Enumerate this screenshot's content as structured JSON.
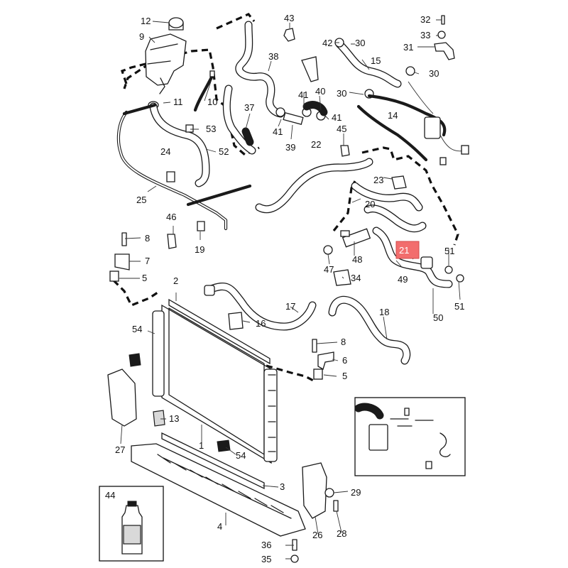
{
  "diagram": {
    "highlight_color": "#f26d6d",
    "highlighted_callout": "21",
    "inset_box_44": {
      "label": "44"
    },
    "callouts": [
      {
        "id": "c12",
        "text": "12"
      },
      {
        "id": "c9",
        "text": "9"
      },
      {
        "id": "c43",
        "text": "43"
      },
      {
        "id": "c32",
        "text": "32"
      },
      {
        "id": "c33",
        "text": "33"
      },
      {
        "id": "c31",
        "text": "31"
      },
      {
        "id": "c42",
        "text": "42"
      },
      {
        "id": "c30a",
        "text": "30"
      },
      {
        "id": "c15",
        "text": "15"
      },
      {
        "id": "c38",
        "text": "38"
      },
      {
        "id": "c30b",
        "text": "30"
      },
      {
        "id": "c11",
        "text": "11"
      },
      {
        "id": "c10",
        "text": "10"
      },
      {
        "id": "c41a",
        "text": "41"
      },
      {
        "id": "c40",
        "text": "40"
      },
      {
        "id": "c30c",
        "text": "30"
      },
      {
        "id": "c37",
        "text": "37"
      },
      {
        "id": "c14",
        "text": "14"
      },
      {
        "id": "c53",
        "text": "53"
      },
      {
        "id": "c41b",
        "text": "41"
      },
      {
        "id": "c41c",
        "text": "41"
      },
      {
        "id": "c45",
        "text": "45"
      },
      {
        "id": "c24",
        "text": "24"
      },
      {
        "id": "c52",
        "text": "52"
      },
      {
        "id": "c39",
        "text": "39"
      },
      {
        "id": "c22",
        "text": "22"
      },
      {
        "id": "c23",
        "text": "23"
      },
      {
        "id": "c25",
        "text": "25"
      },
      {
        "id": "c20",
        "text": "20"
      },
      {
        "id": "c46",
        "text": "46"
      },
      {
        "id": "c8a",
        "text": "8"
      },
      {
        "id": "c19",
        "text": "19"
      },
      {
        "id": "c21",
        "text": "21"
      },
      {
        "id": "c51a",
        "text": "51"
      },
      {
        "id": "c7",
        "text": "7"
      },
      {
        "id": "c48",
        "text": "48"
      },
      {
        "id": "c47",
        "text": "47"
      },
      {
        "id": "c5a",
        "text": "5"
      },
      {
        "id": "c34",
        "text": "34"
      },
      {
        "id": "c49",
        "text": "49"
      },
      {
        "id": "c2",
        "text": "2"
      },
      {
        "id": "c51b",
        "text": "51"
      },
      {
        "id": "c17",
        "text": "17"
      },
      {
        "id": "c18",
        "text": "18"
      },
      {
        "id": "c50",
        "text": "50"
      },
      {
        "id": "c16",
        "text": "16"
      },
      {
        "id": "c54a",
        "text": "54"
      },
      {
        "id": "c8b",
        "text": "8"
      },
      {
        "id": "c6",
        "text": "6"
      },
      {
        "id": "c5b",
        "text": "5"
      },
      {
        "id": "c13",
        "text": "13"
      },
      {
        "id": "c1",
        "text": "1"
      },
      {
        "id": "c27",
        "text": "27"
      },
      {
        "id": "c54b",
        "text": "54"
      },
      {
        "id": "c3",
        "text": "3"
      },
      {
        "id": "c29",
        "text": "29"
      },
      {
        "id": "c4",
        "text": "4"
      },
      {
        "id": "c26",
        "text": "26"
      },
      {
        "id": "c28",
        "text": "28"
      },
      {
        "id": "c36",
        "text": "36"
      },
      {
        "id": "c35",
        "text": "35"
      },
      {
        "id": "c44",
        "text": "44"
      }
    ]
  }
}
